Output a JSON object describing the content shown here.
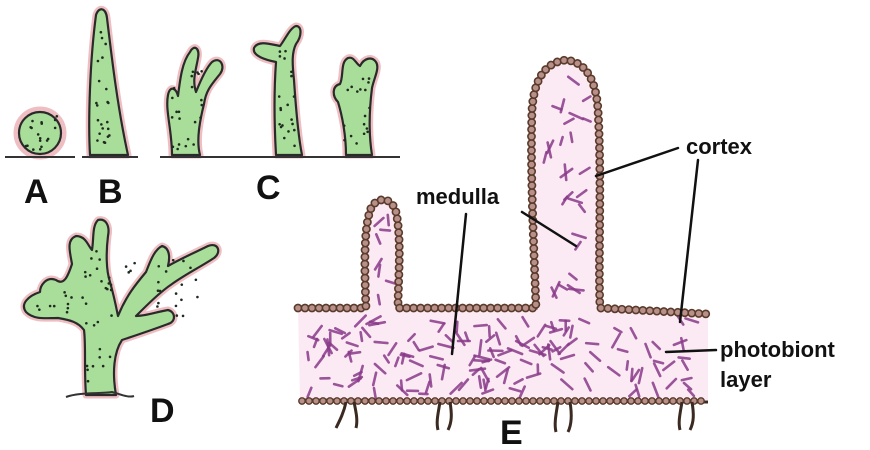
{
  "panels": {
    "a": "A",
    "b": "B",
    "c": "C",
    "d": "D",
    "e": "E"
  },
  "labels": {
    "cortex": "cortex",
    "medulla": "medulla",
    "photobiont_line1": "photobiont",
    "photobiont_line2": "layer"
  },
  "colors": {
    "thallus_fill": "#a9dd9a",
    "pink_tint": "#e7a3a8",
    "hypha": "#8a3a8a",
    "cortex_cell": "#5a3a2a"
  }
}
